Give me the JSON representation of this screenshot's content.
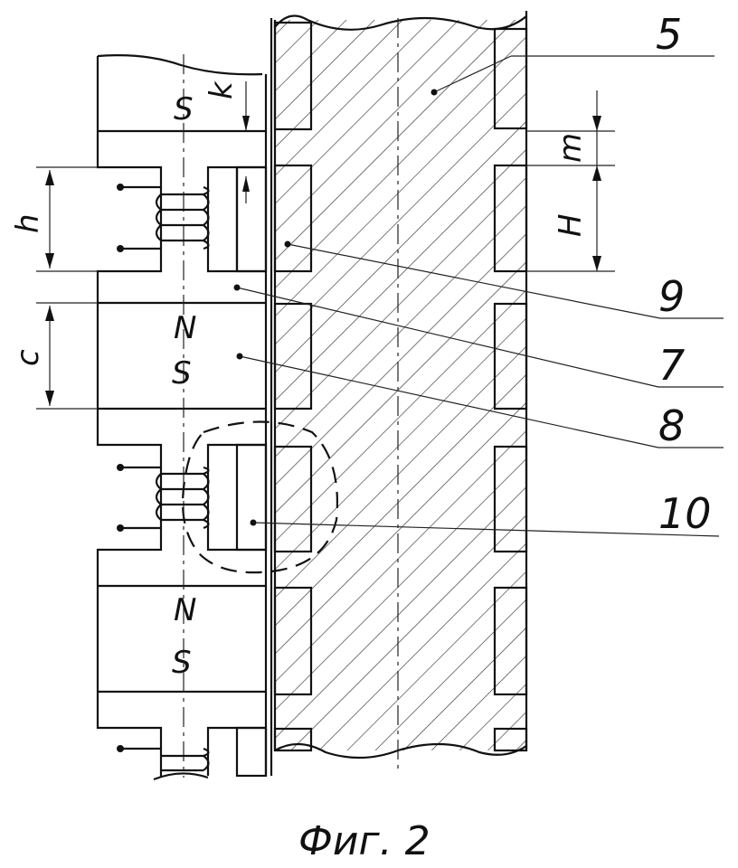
{
  "caption": "Фиг. 2",
  "labels": {
    "n5": "5",
    "n9": "9",
    "n7": "7",
    "n8": "8",
    "n10": "10",
    "m": "m",
    "H": "H",
    "h": "h",
    "c": "c",
    "k": "k",
    "S1": "S",
    "N1": "N",
    "S2": "S",
    "N2": "N",
    "S3": "S"
  }
}
